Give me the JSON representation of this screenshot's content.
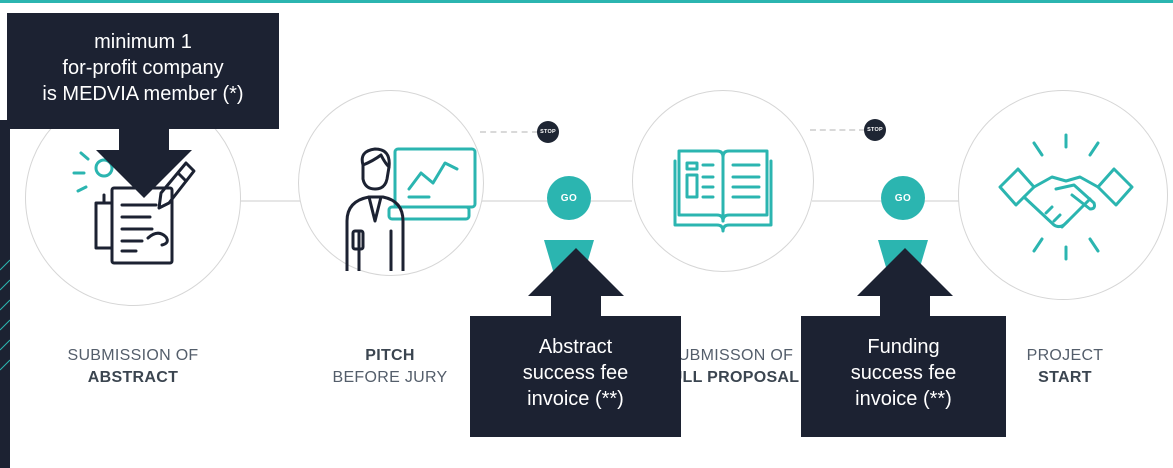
{
  "steps": [
    {
      "pre": "SUBMISSION OF",
      "bold": "ABSTRACT",
      "icon": "abstract-writing-icon"
    },
    {
      "pre": "",
      "bold": "PITCH",
      "post": "BEFORE JURY",
      "icon": "pitch-presenter-icon"
    },
    {
      "pre": "SUBMISSON OF",
      "bold": "FULL PROPOSAL",
      "icon": "open-book-icon"
    },
    {
      "pre": "PROJECT",
      "bold": "START",
      "icon": "handshake-icon"
    }
  ],
  "gates": [
    {
      "stop": "STOP",
      "go": "GO"
    },
    {
      "stop": "STOP",
      "go": "GO"
    }
  ],
  "callouts": {
    "member": [
      "minimum 1",
      "for-profit company",
      "is MEDVIA member (*)"
    ],
    "abstract_fee": [
      "Abstract",
      "success fee",
      "invoice (**)"
    ],
    "funding_fee": [
      "Funding",
      "success fee",
      "invoice (**)"
    ]
  },
  "colors": {
    "accent": "#2bb5b0",
    "dark": "#1c2232",
    "text": "#545e6b"
  }
}
